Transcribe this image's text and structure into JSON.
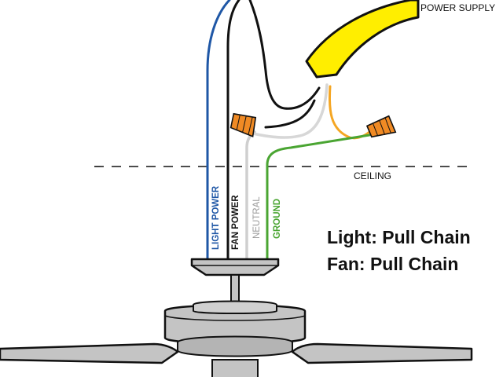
{
  "labels": {
    "power_supply": "POWER SUPPLY",
    "ceiling": "CEILING",
    "light_power": "LIGHT POWER",
    "fan_power": "FAN POWER",
    "neutral": "NEUTRAL",
    "ground": "GROUND"
  },
  "summary": {
    "light": "Light: Pull Chain",
    "fan": "Fan: Pull Chain"
  },
  "colors": {
    "light_power_wire": "#1f57a6",
    "fan_power_wire": "#111111",
    "neutral_wire": "#cfcfcf",
    "ground_wire": "#4aa532",
    "supply_cable": "#ffee00",
    "wire_nut": "#f08a24",
    "supply_orange_wire": "#f5a623",
    "fan_metal": "#bdbdbd"
  }
}
